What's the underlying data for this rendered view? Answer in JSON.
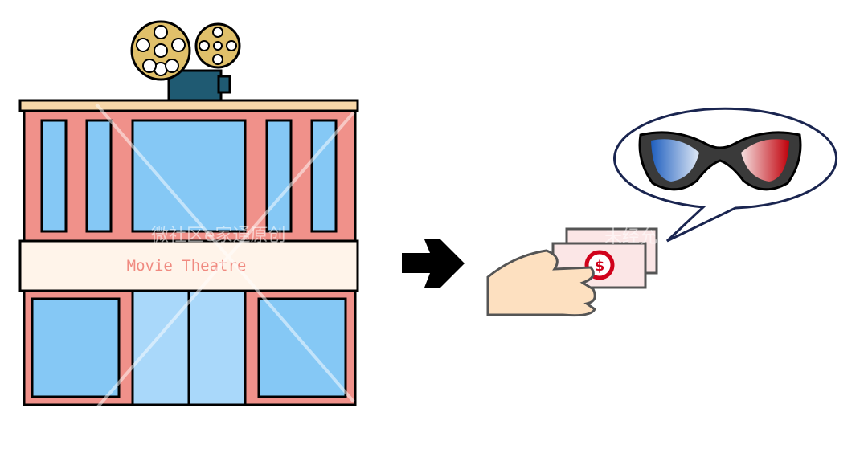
{
  "building": {
    "sign_label": "Movie Theatre"
  },
  "watermark": {
    "text_left": "微社区e家通原创",
    "text_right": "未经允"
  },
  "colors": {
    "wall": "#f0918a",
    "glass": "#85c8f5",
    "sign": "#fff4ea",
    "roof": "#f7d7a8",
    "bill": "#fbe6e6",
    "coin": "#d0021b",
    "lens_blue": "#1f5fbf",
    "lens_red": "#c0000a",
    "projector": "#1f5a72",
    "reel": "#e0c06a"
  },
  "icons": [
    "movie-projector-icon",
    "arrow-right-icon",
    "hand-paying-money-icon",
    "3d-glasses-icon"
  ]
}
